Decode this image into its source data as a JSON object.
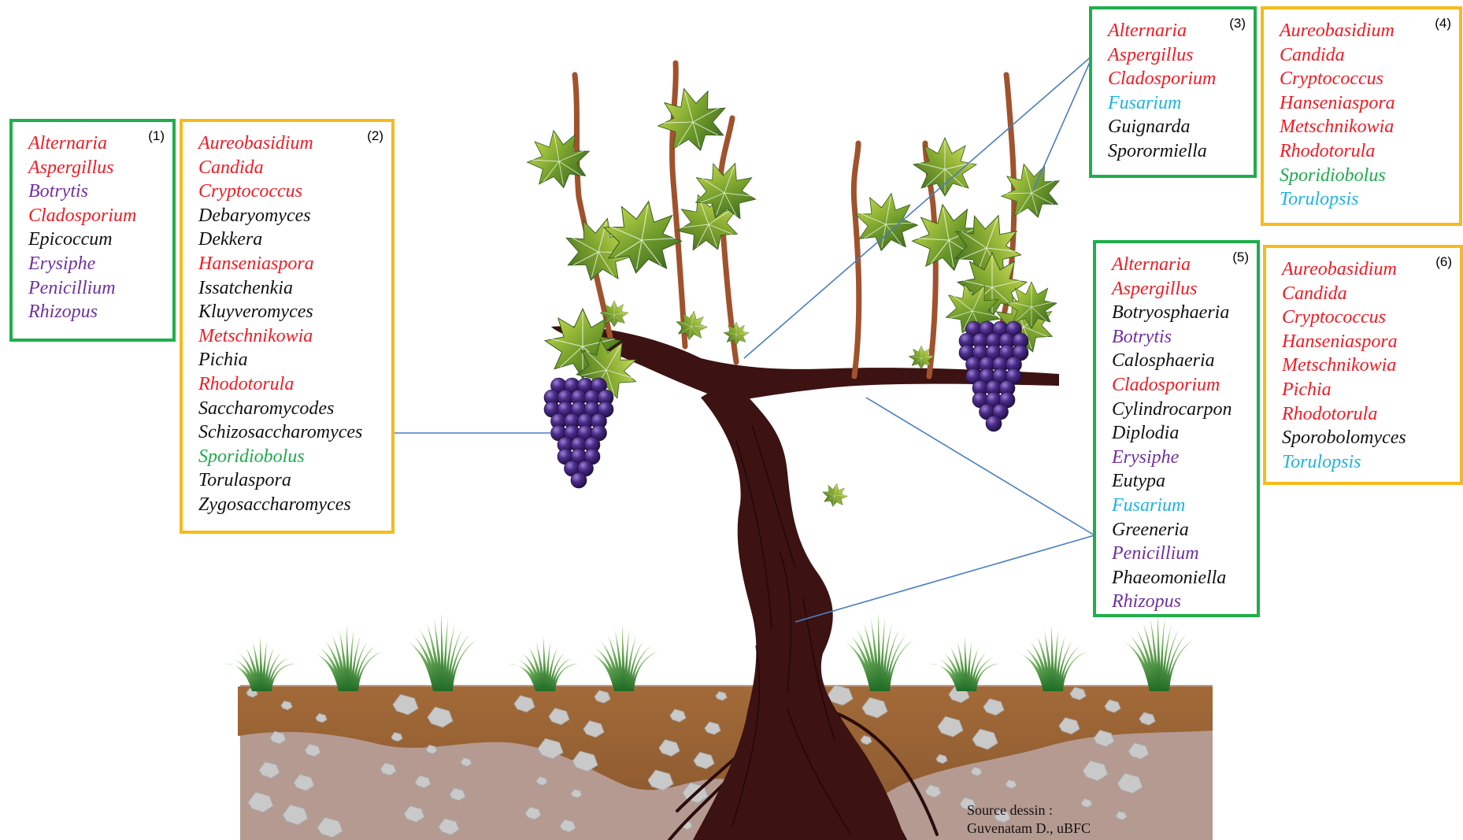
{
  "boxes": [
    {
      "id": "1",
      "number": "(1)",
      "border": "green",
      "genera": [
        {
          "name": "Alternaria",
          "color": "red"
        },
        {
          "name": "Aspergillus",
          "color": "red"
        },
        {
          "name": "Botrytis",
          "color": "purple"
        },
        {
          "name": "Cladosporium",
          "color": "red"
        },
        {
          "name": "Epicoccum",
          "color": "black"
        },
        {
          "name": "Erysiphe",
          "color": "purple"
        },
        {
          "name": "Penicillium",
          "color": "purple"
        },
        {
          "name": "Rhizopus",
          "color": "purple"
        }
      ]
    },
    {
      "id": "2",
      "number": "(2)",
      "border": "orange",
      "genera": [
        {
          "name": "Aureobasidium",
          "color": "red"
        },
        {
          "name": "Candida",
          "color": "red"
        },
        {
          "name": "Cryptococcus",
          "color": "red"
        },
        {
          "name": "Debaryomyces",
          "color": "black"
        },
        {
          "name": "Dekkera",
          "color": "black"
        },
        {
          "name": "Hanseniaspora",
          "color": "red"
        },
        {
          "name": "Issatchenkia",
          "color": "black"
        },
        {
          "name": "Kluyveromyces",
          "color": "black"
        },
        {
          "name": "Metschnikowia",
          "color": "red"
        },
        {
          "name": "Pichia",
          "color": "black"
        },
        {
          "name": "Rhodotorula",
          "color": "red"
        },
        {
          "name": "Saccharomycodes",
          "color": "black"
        },
        {
          "name": "Schizosaccharomyces",
          "color": "black"
        },
        {
          "name": "Sporidiobolus",
          "color": "green"
        },
        {
          "name": "Torulaspora",
          "color": "black"
        },
        {
          "name": "Zygosaccharomyces",
          "color": "black"
        }
      ]
    },
    {
      "id": "3",
      "number": "(3)",
      "border": "green",
      "genera": [
        {
          "name": "Alternaria",
          "color": "red"
        },
        {
          "name": "Aspergillus",
          "color": "red"
        },
        {
          "name": "Cladosporium",
          "color": "red"
        },
        {
          "name": "Fusarium",
          "color": "cyan"
        },
        {
          "name": "Guignarda",
          "color": "black"
        },
        {
          "name": "Sporormiella",
          "color": "black"
        }
      ]
    },
    {
      "id": "4",
      "number": "(4)",
      "border": "orange",
      "genera": [
        {
          "name": "Aureobasidium",
          "color": "red"
        },
        {
          "name": "Candida",
          "color": "red"
        },
        {
          "name": "Cryptococcus",
          "color": "red"
        },
        {
          "name": "Hanseniaspora",
          "color": "red"
        },
        {
          "name": "Metschnikowia",
          "color": "red"
        },
        {
          "name": "Rhodotorula",
          "color": "red"
        },
        {
          "name": "Sporidiobolus",
          "color": "green"
        },
        {
          "name": "Torulopsis",
          "color": "cyan"
        }
      ]
    },
    {
      "id": "5",
      "number": "(5)",
      "border": "green",
      "genera": [
        {
          "name": "Alternaria",
          "color": "red"
        },
        {
          "name": "Aspergillus",
          "color": "red"
        },
        {
          "name": "Botryosphaeria",
          "color": "black"
        },
        {
          "name": "Botrytis",
          "color": "purple"
        },
        {
          "name": "Calosphaeria",
          "color": "black"
        },
        {
          "name": "Cladosporium",
          "color": "red"
        },
        {
          "name": "Cylindrocarpon",
          "color": "black"
        },
        {
          "name": "Diplodia",
          "color": "black"
        },
        {
          "name": "Erysiphe",
          "color": "purple"
        },
        {
          "name": "Eutypa",
          "color": "black"
        },
        {
          "name": "Fusarium",
          "color": "cyan"
        },
        {
          "name": "Greeneria",
          "color": "black"
        },
        {
          "name": "Penicillium",
          "color": "purple"
        },
        {
          "name": "Phaeomoniella",
          "color": "black"
        },
        {
          "name": "Rhizopus",
          "color": "purple"
        }
      ]
    },
    {
      "id": "6",
      "number": "(6)",
      "border": "orange",
      "genera": [
        {
          "name": "Aureobasidium",
          "color": "red"
        },
        {
          "name": "Candida",
          "color": "red"
        },
        {
          "name": "Cryptococcus",
          "color": "red"
        },
        {
          "name": "Hanseniaspora",
          "color": "red"
        },
        {
          "name": "Metschnikowia",
          "color": "red"
        },
        {
          "name": "Pichia",
          "color": "red"
        },
        {
          "name": "Rhodotorula",
          "color": "red"
        },
        {
          "name": "Sporobolomyces",
          "color": "black"
        },
        {
          "name": "Torulopsis",
          "color": "cyan"
        }
      ]
    }
  ],
  "credit": {
    "line1": "Source dessin :",
    "line2": "Guvenatam D., uBFC"
  },
  "colors": {
    "green_border": "#1fae4b",
    "orange_border": "#f6bb1a",
    "red": "#ee1c24",
    "purple": "#7030a0",
    "black": "#111111",
    "green": "#1faa4b",
    "cyan": "#1fb3e0",
    "connector": "#4a7ec0",
    "trunk": "#3d1212",
    "soil": "#a0673a",
    "grapes": "#3c2470"
  }
}
